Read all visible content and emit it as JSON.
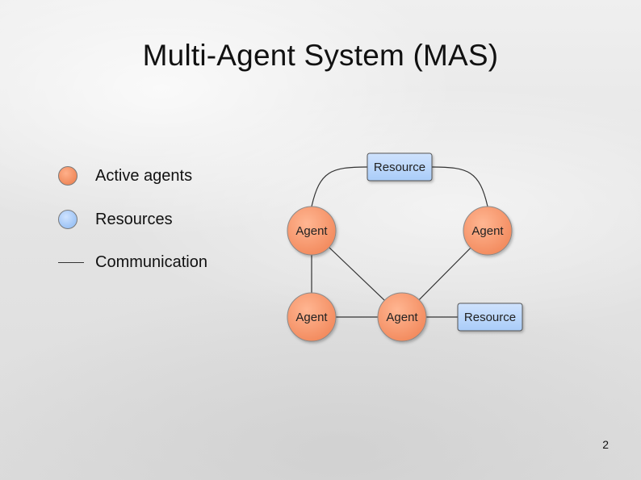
{
  "title": "Multi-Agent System (MAS)",
  "legend": {
    "items": [
      {
        "label": "Active agents",
        "kind": "agent"
      },
      {
        "label": "Resources",
        "kind": "resource"
      },
      {
        "label": "Communication",
        "kind": "line"
      }
    ]
  },
  "diagram": {
    "nodes": [
      {
        "id": "r1",
        "type": "resource",
        "label": "Resource"
      },
      {
        "id": "a1",
        "type": "agent",
        "label": "Agent"
      },
      {
        "id": "a2",
        "type": "agent",
        "label": "Agent"
      },
      {
        "id": "a3",
        "type": "agent",
        "label": "Agent"
      },
      {
        "id": "a4",
        "type": "agent",
        "label": "Agent"
      },
      {
        "id": "r2",
        "type": "resource",
        "label": "Resource"
      }
    ],
    "edges": [
      [
        "r1",
        "a1"
      ],
      [
        "r1",
        "a2"
      ],
      [
        "a1",
        "a3"
      ],
      [
        "a1",
        "a4"
      ],
      [
        "a2",
        "a4"
      ],
      [
        "a3",
        "a4"
      ],
      [
        "a4",
        "r2"
      ]
    ]
  },
  "colors": {
    "agent_fill": "#F2895C",
    "agent_stroke": "#8a8a8a",
    "resource_fill": "#A9CCF8",
    "resource_stroke": "#555555",
    "edge": "#333333"
  },
  "page_number": "2"
}
